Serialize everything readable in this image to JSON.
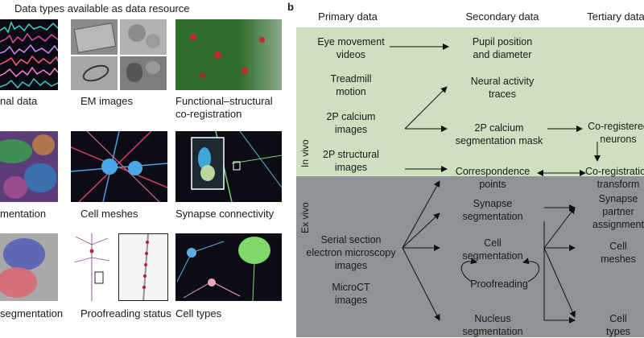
{
  "panel_a": {
    "title": "Data types available as data resource",
    "captions": {
      "functional": "nal data",
      "em": "EM images",
      "coreg_1": "Functional–structural",
      "coreg_2": "co-registration",
      "seg": "mentation",
      "meshes": "Cell meshes",
      "synapse": "Synapse connectivity",
      "nucleus": "segmentation",
      "proofreading": "Proofreading status",
      "celltypes": "Cell types"
    }
  },
  "panel_b": {
    "label": "b",
    "headers": {
      "primary": "Primary data",
      "secondary": "Secondary data",
      "tertiary": "Tertiary data"
    },
    "invivo_label": "In vivo",
    "exvivo_label": "Ex vivo",
    "colors": {
      "invivo_bg": "#cfe0c0",
      "exvivo_bg": "#8f9395"
    },
    "nodes": {
      "eye_1": "Eye movement",
      "eye_2": "videos",
      "pupil_1": "Pupil position",
      "pupil_2": "and diameter",
      "tread_1": "Treadmill",
      "tread_2": "motion",
      "traces_1": "Neural activity",
      "traces_2": "traces",
      "calcium_1": "2P calcium",
      "calcium_2": "images",
      "mask_1": "2P calcium",
      "mask_2": "segmentation mask",
      "coreg_1": "Co-registered",
      "coreg_2": "neurons",
      "struct_1": "2P structural",
      "struct_2": "images",
      "corr_1": "Correspondence",
      "corr_2": "points",
      "coregt_1": "Co-registration",
      "coregt_2": "transform",
      "synseg_1": "Synapse",
      "synseg_2": "segmentation",
      "partner_1": "Synapse",
      "partner_2": "partner",
      "partner_3": "assignment",
      "em_1": "Serial section",
      "em_2": "electron microscopy",
      "em_3": "images",
      "cellseg_1": "Cell",
      "cellseg_2": "segmentation",
      "meshes_1": "Cell",
      "meshes_2": "meshes",
      "proof": "Proofreading",
      "microct_1": "MicroCT",
      "microct_2": "images",
      "nucseg_1": "Nucleus",
      "nucseg_2": "segmentation",
      "types_1": "Cell",
      "types_2": "types"
    }
  }
}
